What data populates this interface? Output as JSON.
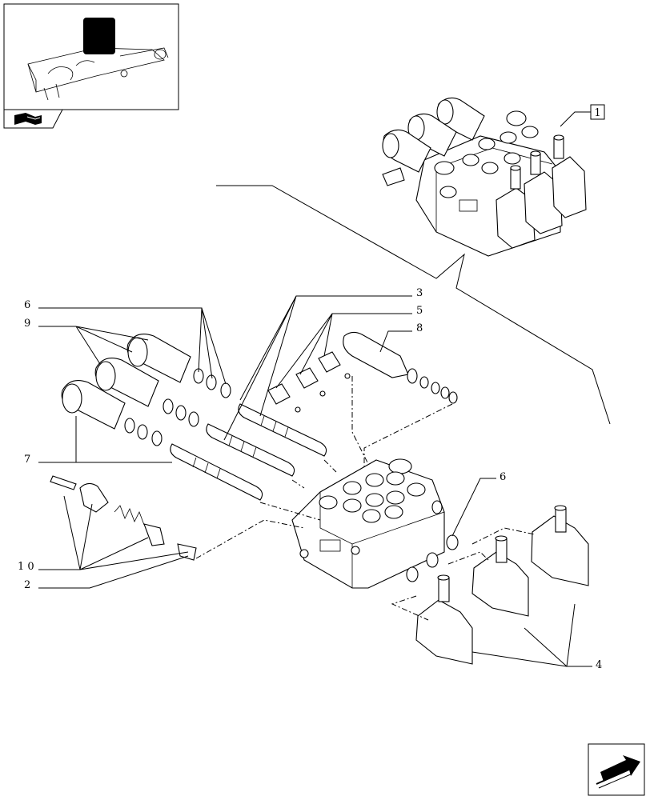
{
  "thumbnail": {
    "block_color": "#000000"
  },
  "callouts": {
    "c1": "1",
    "c2": "2",
    "c3": "3",
    "c4": "4",
    "c5": "5",
    "c6_left": "6",
    "c6_right": "6",
    "c7": "7",
    "c8": "8",
    "c9": "9",
    "c10": "1 0"
  },
  "icons": {
    "book": "book-icon",
    "next": "next-page-arrow-icon"
  }
}
